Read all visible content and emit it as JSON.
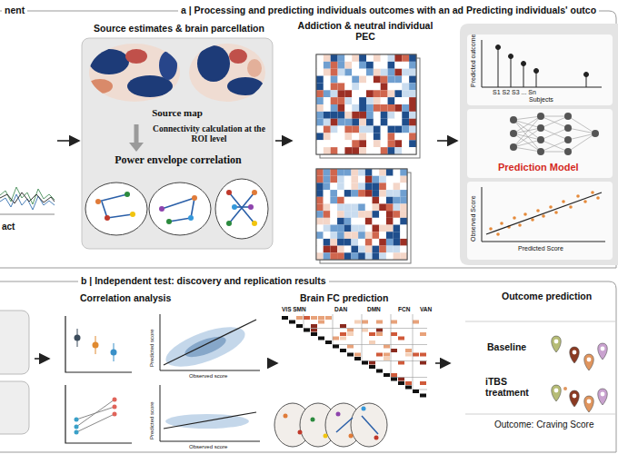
{
  "diagram": {
    "nodes": [
      {
        "text": [
          "a | Processing and predicting individuals outcomes with an addiction framework"
        ]
      },
      {
        "text": [
          "nent"
        ],
        "in": 0
      },
      {
        "text": [
          "Source estimates & brain parcellation",
          "Source map",
          "Connectivity calculation at the ROI level",
          "Power envelope correlation"
        ],
        "in": 0
      },
      {
        "text": [
          "Addiction & neutral individual PEC"
        ],
        "in": 0
      },
      {
        "text": [
          "Predicting individuals' outco"
        ],
        "in": 0
      },
      {
        "text": [
          "Predicted outcome",
          "S1 S2 S3 ... Sn",
          "Subjects"
        ],
        "in": 4
      },
      {
        "text": [
          "Prediction Model"
        ],
        "in": 4
      },
      {
        "text": [
          "Observed Score",
          "Predicted Score"
        ],
        "in": 4
      },
      {
        "text": [
          "b | Independent test: discovery and replication results"
        ]
      },
      {
        "text": [
          "Correlation analysis",
          "Predicted score",
          "Observed score",
          "Predicted score",
          "Observed score"
        ],
        "in": 8
      },
      {
        "text": [
          "Brain FC prediction"
        ],
        "in": 8
      },
      {
        "text": [
          "Outcome prediction",
          "Outcome: Craving Score"
        ],
        "in": 8
      },
      {
        "text": [
          "Baseline"
        ],
        "in": 11
      },
      {
        "text": [
          "iTBS treatment"
        ],
        "in": 11
      }
    ],
    "edges": [
      {
        "from": 1,
        "to": 2,
        "arrow": "to"
      },
      {
        "from": 2,
        "to": 3,
        "arrow": "to"
      },
      {
        "from": 3,
        "to": 4,
        "arrow": "to"
      },
      {
        "from": 9,
        "to": 10,
        "arrow": "to"
      },
      {
        "from": 10,
        "to": 11,
        "arrow": "to"
      }
    ],
    "labels": [
      "act",
      "VIS SMN",
      "DAN",
      "DMN",
      "FCN",
      "VAN"
    ]
  }
}
